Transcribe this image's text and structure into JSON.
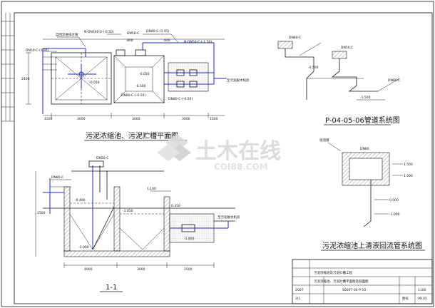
{
  "titles": {
    "plan": "污泥浓缩池、污泥贮槽平面图",
    "section": "1-1",
    "pipe_system": "P-04-05-06管道系统图",
    "return_system": "污泥浓缩池上清液回流管系统图"
  },
  "plan_labels": {
    "l1": "N-DN100-0-(-6.50)",
    "l2": "自回流进排水管",
    "l3": "DN50-C",
    "l4": "DN80-C-(1.05)",
    "l5": "N-DN50-C-(-1.50)",
    "l6": "DN50-C-(1.95)",
    "l7": "DN80-C-(-0.50)",
    "l8": "DN80-C-(-0.50)",
    "l9": "至污泥脱水机房",
    "l10": "-0.050",
    "l11": "-0.050",
    "l12": "-0.500",
    "l13": "1500",
    "l14": "3000",
    "l15": "3000",
    "l16": "3000",
    "l17": "1500",
    "l18": "800",
    "l19": "600",
    "l20": "2400"
  },
  "section_labels": {
    "s1": "DN50-C",
    "s2": "DN80-C",
    "s3": "1.100",
    "s4": "0.350",
    "s5": "-0.400",
    "s6": "-1.050",
    "s7": "-3.000",
    "s8": "-1.800",
    "s9": "至污泥脱水机房",
    "s10": "4000",
    "s11": "3000",
    "s12": "1500",
    "s13": "1500"
  },
  "pipe_labels": {
    "p1": "DN80-C",
    "p2": "DN50-C",
    "p3": "-0.500",
    "p4": "-1.500",
    "p5": "DN80-C"
  },
  "return_labels": {
    "r1": "1.500",
    "r2": "1.000",
    "r3": "0.500",
    "r4": "-1.000",
    "r5": "DN80",
    "r6": "溢流堰"
  },
  "title_block": {
    "row1": "污泥浓缩池及污泥贮槽工程",
    "row2": "污泥浓缩池、污泥贮槽平面图及剖面图",
    "row3_left": "2007",
    "row3_mid": "S0007-04-P-10",
    "row3_right": "1100",
    "row4_left": "3/1",
    "row4_mid": "图号",
    "row4_right": "09.05"
  },
  "watermark": {
    "brand": "土木在线",
    "site": "COI88.COM"
  },
  "colors": {
    "line": "#111111",
    "pipe_blue": "#1b2fb3",
    "hatch": "#555555"
  }
}
